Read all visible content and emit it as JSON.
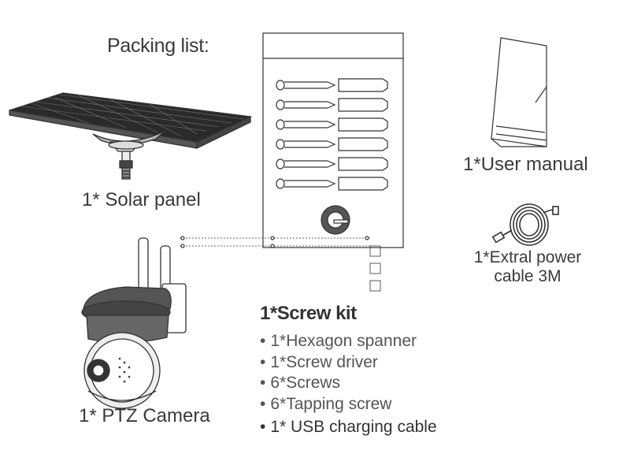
{
  "title": "Packing list:",
  "items": {
    "solar_panel": "1* Solar panel",
    "user_manual": "1*User manual",
    "power_cable_line1": "1*Extral power",
    "power_cable_line2": "cable 3M",
    "ptz_camera": "1* PTZ Camera"
  },
  "screw_kit": {
    "title": "1*Screw kit",
    "bullet": "•",
    "contents": [
      "1*Hexagon spanner",
      "1*Screw driver",
      "6*Screws",
      "6*Tapping screw",
      "1* USB charging cable"
    ]
  },
  "colors": {
    "line": "#333333",
    "text": "#3a3a3a"
  },
  "icons": [
    "solar-panel-icon",
    "screw-kit-bag-icon",
    "user-manual-icon",
    "power-cable-icon",
    "ptz-camera-icon"
  ]
}
